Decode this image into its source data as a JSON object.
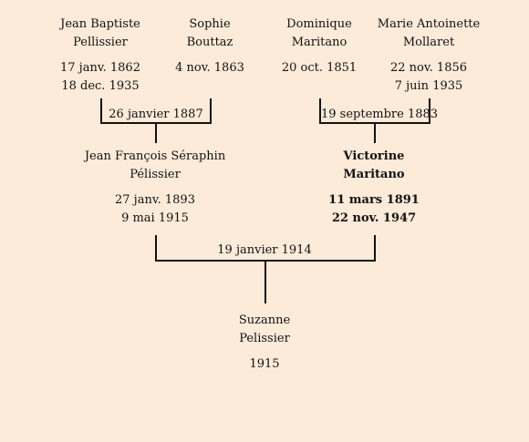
{
  "grandparents": [
    {
      "name1": "Jean Baptiste",
      "name2": "Pellissier",
      "birth": "17 janv. 1862",
      "death": "18 dec. 1935"
    },
    {
      "name1": "Sophie",
      "name2": "Bouttaz",
      "birth": "4 nov. 1863",
      "death": ""
    },
    {
      "name1": "Dominique",
      "name2": "Maritano",
      "birth": "20 oct. 1851",
      "death": ""
    },
    {
      "name1": "Marie Antoinette",
      "name2": "Mollaret",
      "birth": "22 nov. 1856",
      "death": "7 juin 1935"
    }
  ],
  "parents": [
    {
      "name1": "Jean François Séraphin",
      "name2": "Pélissier",
      "birth": "27 janv. 1893",
      "death": "9 mai 1915"
    },
    {
      "name1": "Victorine",
      "name2": "Maritano",
      "birth": "11 mars 1891",
      "death": "22 nov. 1947"
    }
  ],
  "child": {
    "name1": "Suzanne",
    "name2": "Pelissier",
    "birth": "1915"
  },
  "marriages": {
    "left_grandparents": "26 janvier 1887",
    "right_grandparents": "19 septembre 1883",
    "parents": "19 janvier 1914"
  }
}
